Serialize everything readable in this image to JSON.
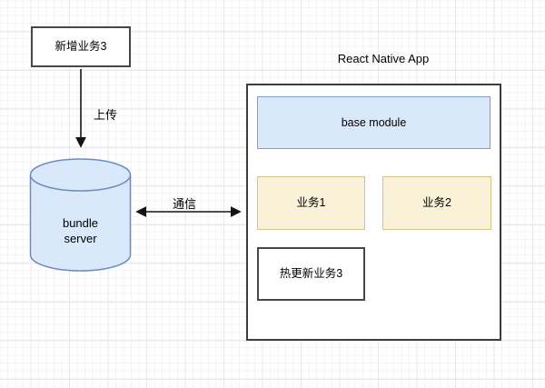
{
  "diagram": {
    "nodes": {
      "new_business": {
        "label": "新增业务3"
      },
      "bundle_server": {
        "label_line1": "bundle",
        "label_line2": "server"
      },
      "react_native_app": {
        "title": "React Native App"
      },
      "base_module": {
        "label": "base module"
      },
      "business1": {
        "label": "业务1"
      },
      "business2": {
        "label": "业务2"
      },
      "hot_update": {
        "label": "热更新业务3"
      }
    },
    "edges": {
      "upload": {
        "label": "上传",
        "direction": "down"
      },
      "communication": {
        "label": "通信",
        "direction": "both"
      }
    },
    "colors": {
      "canvas_background": "#ffffff",
      "grid_minor": "#f4f4f6",
      "grid_major": "#e9e9ed",
      "cylinder_fill": "#dae8fc",
      "cylinder_stroke": "#6c8ebf",
      "base_module_fill": "#dae8fc",
      "base_module_stroke": "#7e9fd0",
      "business_fill": "#faf2d8",
      "business_stroke": "#d8c285",
      "box_stroke": "#474747",
      "arrow": "#141414"
    }
  }
}
